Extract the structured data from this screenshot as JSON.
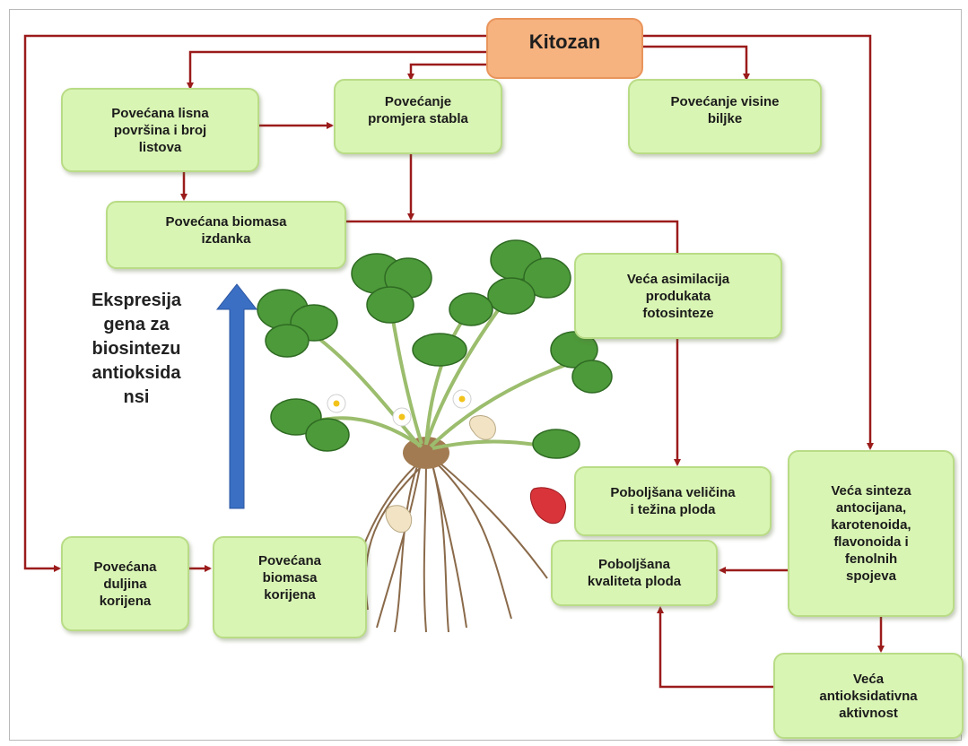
{
  "title": "Kitozan",
  "side_label": "Ekspresija\ngena za\nbiosintezu\nantioksida\nnsi",
  "boxes": {
    "leaf_area": "Povećana lisna\npovršina i broj\nlistova",
    "stem_diameter": "Povećanje\npromjera stabla",
    "plant_height": "Povećanje visine\nbiljke",
    "shoot_biomass": "Povećana biomasa\nizdanka",
    "assimilation": "Veća asimilacija\nprodukata\nfotosinteze",
    "fruit_size": "Poboljšana veličina\ni težina ploda",
    "synthesis": "Veća sinteza\nantocijana,\nkarotenoida,\nflavonoida i\nfenolnih\nspojeva",
    "fruit_quality": "Poboljšana\nkvaliteta ploda",
    "root_length": "Povećana\nduljina\nkorijena",
    "root_biomass": "Povećana\nbiomasa\nkorijena",
    "antioxidant": "Veća\nantioksidativna\naktivnost"
  },
  "colors": {
    "arrow": "#9b1b1b",
    "box_fill": "#d9f5b4",
    "title_fill": "#f6b27f",
    "up_arrow": "#3a6fc4"
  },
  "icons": [
    "strawberry-plant-illustration",
    "blue-up-arrow"
  ]
}
